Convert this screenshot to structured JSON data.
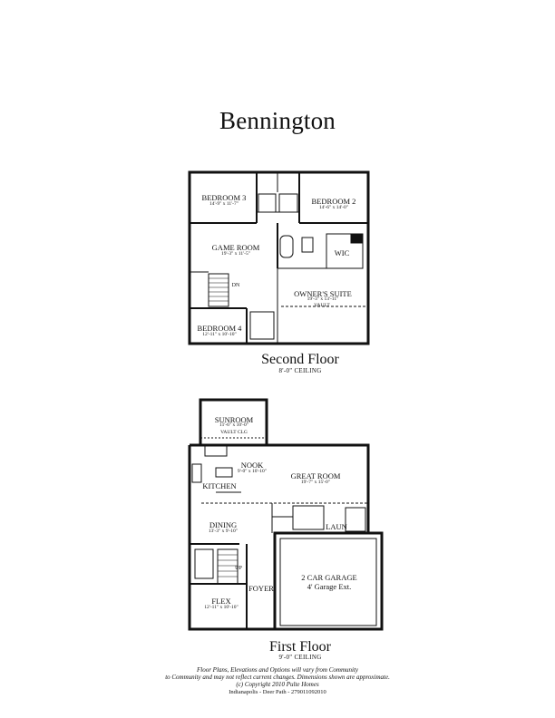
{
  "title": "Bennington",
  "second_floor": {
    "name": "Second Floor",
    "ceiling": "8'-0\" CEILING",
    "rooms": [
      {
        "name": "BEDROOM 3",
        "dims": "14'-9\" x 11'-7\""
      },
      {
        "name": "BEDROOM 2",
        "dims": "14'-6\" x 14'-0\""
      },
      {
        "name": "GAME ROOM",
        "dims": "19'-3\" x 11'-5\""
      },
      {
        "name": "WIC",
        "dims": ""
      },
      {
        "name": "OWNER'S SUITE",
        "dims": "19'-3\" x 13'-11\"",
        "note": "VAULT"
      },
      {
        "name": "BEDROOM 4",
        "dims": "12'-11\" x 10'-10\""
      }
    ],
    "stair_label": "DN"
  },
  "first_floor": {
    "name": "First Floor",
    "ceiling": "9'-0\" CEILING",
    "rooms": [
      {
        "name": "SUNROOM",
        "dims": "11'-6\" x 10'-0\"",
        "note": "VAULT CLG"
      },
      {
        "name": "NOOK",
        "dims": "9'-0\" x 10'-10\""
      },
      {
        "name": "GREAT ROOM",
        "dims": "19'-7\" x 15'-0\""
      },
      {
        "name": "KITCHEN",
        "dims": ""
      },
      {
        "name": "LAUN",
        "dims": ""
      },
      {
        "name": "DINING",
        "dims": "13'-3\" x 9'-10\""
      },
      {
        "name": "2 CAR GARAGE",
        "dims": "4' Garage Ext."
      },
      {
        "name": "FOYER",
        "dims": ""
      },
      {
        "name": "FLEX",
        "dims": "12'-11\" x 10'-10\""
      }
    ],
    "stair_label": "UP"
  },
  "footer": {
    "line1": "Floor Plans, Elevations and Options will vary from Community",
    "line2": "to Community and may not reflect current changes. Dimensions shown are approximate.",
    "line3": "(c) Copyright 2010 Pulte Homes",
    "line4": "Indianapolis - Deer Path - 279011092010"
  }
}
